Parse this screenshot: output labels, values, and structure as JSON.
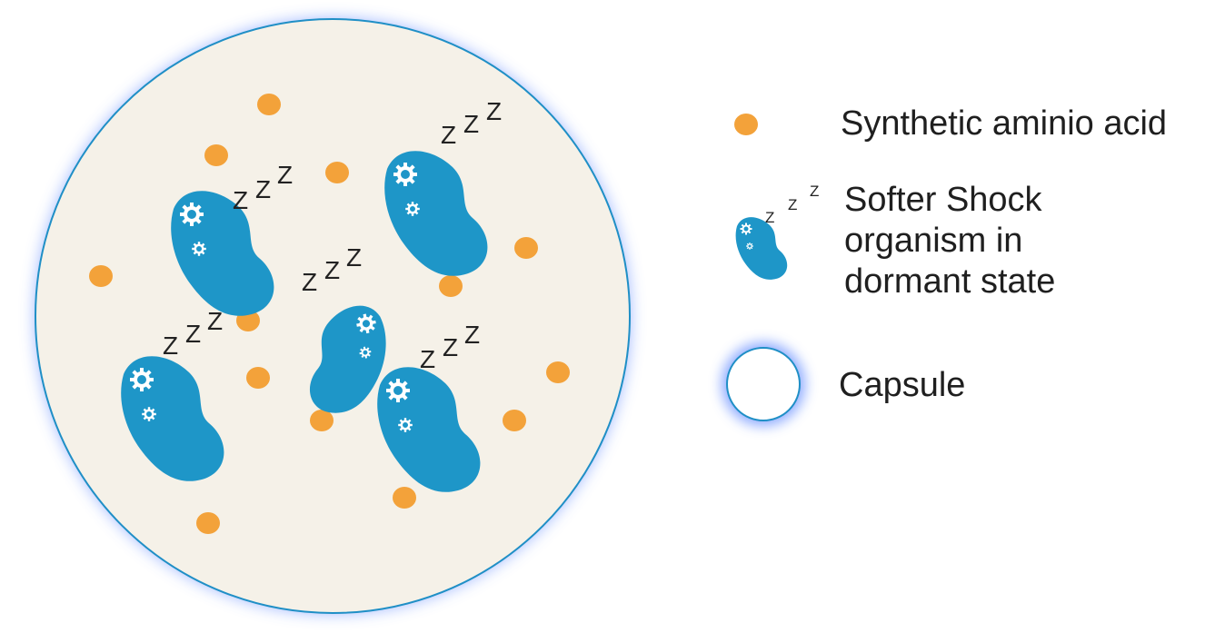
{
  "diagram": {
    "sleep_label": "Z",
    "colors": {
      "capsule_fill": "#f5f1e8",
      "capsule_border": "#1f8fc6",
      "capsule_glow": "#7a9cff",
      "amino_acid": "#f3a23a",
      "organism": "#1e96c8",
      "gear": "#ffffff"
    },
    "icons": [
      "capsule-icon",
      "amino-acid-icon",
      "organism-icon",
      "gear-icon",
      "sleep-z-icon"
    ]
  },
  "legend": {
    "amino_acid_label": "Synthetic aminio acid",
    "organism_label_lines": [
      "Softer Shock",
      "organism in",
      "dormant state"
    ],
    "capsule_label": "Capsule"
  }
}
